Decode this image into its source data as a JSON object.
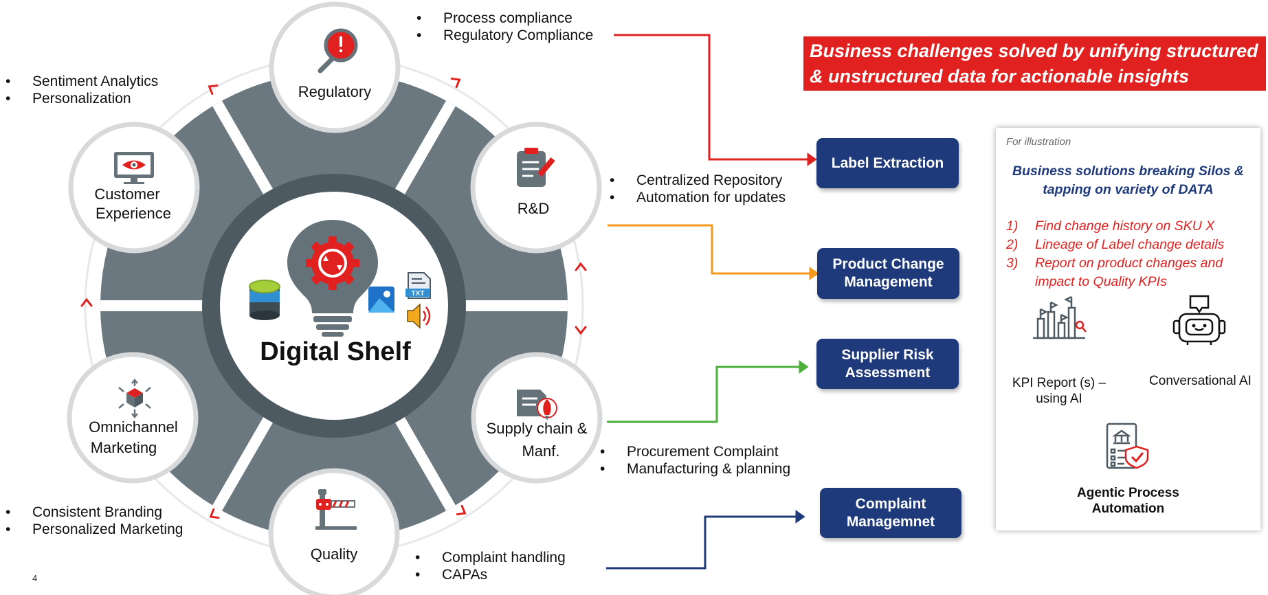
{
  "page_number": "4",
  "colors": {
    "accent_red": "#e0211f",
    "navy": "#1f3a7a",
    "orange": "#f39a1e",
    "green": "#4caf3a",
    "wheel_gray": "#6b7880",
    "hub_dark": "#4e5a62"
  },
  "center": {
    "title": "Digital Shelf"
  },
  "domains": [
    {
      "label": "Regulatory",
      "icon": "alert-search-icon"
    },
    {
      "label": "R&D",
      "icon": "clipboard-edit-icon"
    },
    {
      "label": "Supply chain & Manf.",
      "icon": "rocket-document-icon"
    },
    {
      "label": "Quality",
      "icon": "barrier-gate-icon"
    },
    {
      "label": "Omnichannel Marketing",
      "icon": "cube-arrows-icon"
    },
    {
      "label": "Customer Experience",
      "icon": "monitor-eye-icon"
    }
  ],
  "bullets": {
    "regulatory": [
      "Process compliance",
      "Regulatory Compliance"
    ],
    "rnd": [
      "Centralized Repository",
      "Automation for updates"
    ],
    "supply_chain": [
      "Procurement Complaint",
      "Manufacturing & planning"
    ],
    "quality": [
      "Complaint handling",
      "CAPAs"
    ],
    "marketing": [
      "Consistent Branding",
      "Personalized Marketing"
    ],
    "customer": [
      "Sentiment Analytics",
      "Personalization"
    ]
  },
  "banner": {
    "line1": "Business challenges solved by unifying structured",
    "line2": "& unstructured data for actionable insights"
  },
  "solutions": [
    {
      "label": "Label Extraction"
    },
    {
      "label": "Product Change Management"
    },
    {
      "label": "Supplier Risk Assessment"
    },
    {
      "label": "Complaint Managemnet"
    }
  ],
  "panel": {
    "note": "For illustration",
    "title": "Business solutions breaking  Silos & tapping on variety of DATA",
    "items": [
      {
        "num": "1)",
        "text": "Find change history on SKU X"
      },
      {
        "num": "2)",
        "text": "Lineage of Label change details"
      },
      {
        "num": "3)",
        "text": "Report on product changes and impact to Quality KPIs"
      }
    ],
    "kpi_label": "KPI Report (s) – using AI",
    "conversational_label": "Conversational AI",
    "agentic_label": "Agentic Process Automation"
  }
}
